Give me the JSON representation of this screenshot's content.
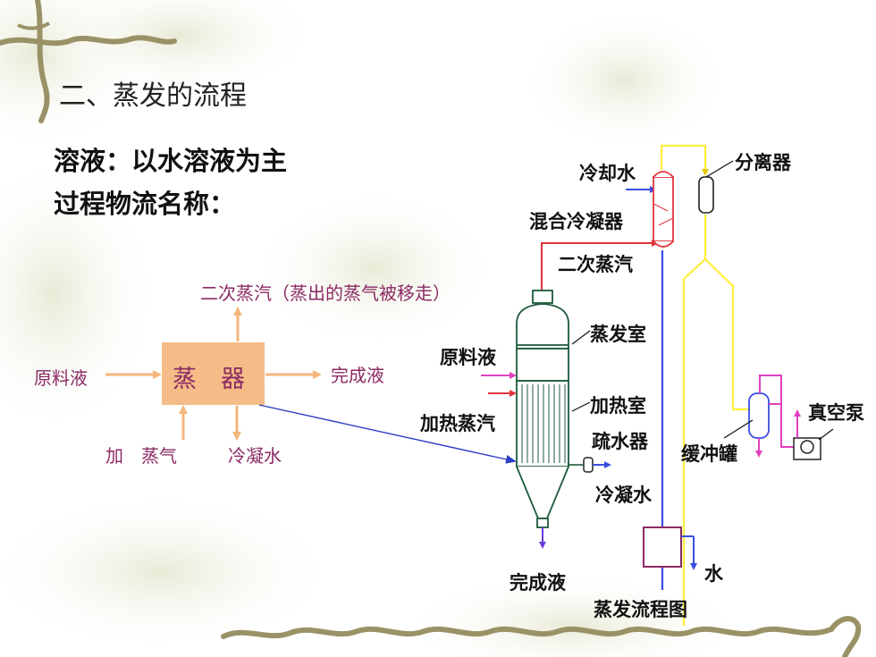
{
  "slide": {
    "heading": "二、蒸发的流程",
    "line1": "溶液：以水溶液为主",
    "line2": "过程物流名称："
  },
  "flow": {
    "secondary_vapor": "二次蒸汽（蒸出的蒸气被移走）",
    "feed": "原料液",
    "evaporator": "蒸　器",
    "product": "完成液",
    "heating_steam": "加　蒸气",
    "condensate": "冷凝水"
  },
  "equipment": {
    "cooling_water": "冷却水",
    "mixing_condenser": "混合冷凝器",
    "secondary_vapor": "二次蒸汽",
    "separator": "分离器",
    "evaporation_chamber": "蒸发室",
    "feed": "原料液",
    "heating_chamber": "加热室",
    "heating_steam": "加热蒸汽",
    "steam_trap": "疏水器",
    "condensate": "冷凝水",
    "buffer_tank": "缓冲罐",
    "vacuum_pump": "真空泵",
    "product": "完成液",
    "water": "水",
    "caption": "蒸发流程图"
  },
  "colors": {
    "label_purple": "#8b2a63",
    "box_fill": "#f5bc88",
    "arrow_orange": "#f5b67a",
    "pipe_red": "#e0343c",
    "pipe_yellow": "#ffee3a",
    "pipe_blue": "#3a4ee0",
    "pipe_magenta": "#e040c0",
    "vessel_line": "#1d5a3a"
  }
}
